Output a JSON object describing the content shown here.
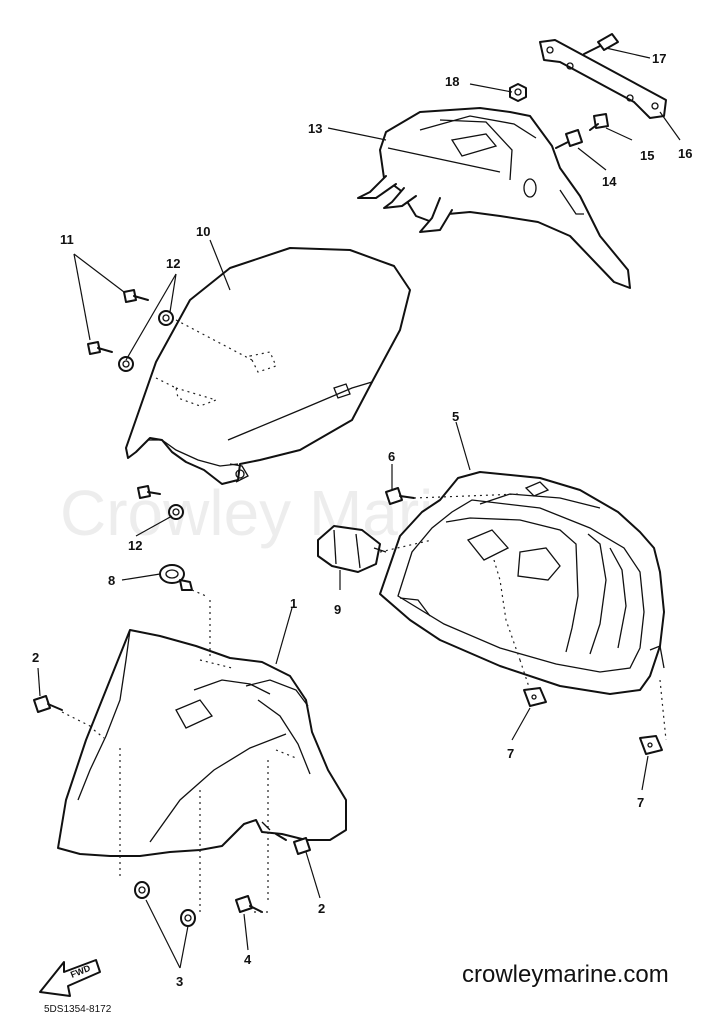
{
  "watermark": "Crowley Marine",
  "website": "crowleymarine.com",
  "diagram_code": "5DS1354-8172",
  "fwd_label": "FWD",
  "callouts": {
    "c1": "1",
    "c2a": "2",
    "c2b": "2",
    "c3": "3",
    "c4": "4",
    "c5": "5",
    "c6": "6",
    "c7a": "7",
    "c7b": "7",
    "c8": "8",
    "c9": "9",
    "c10": "10",
    "c11": "11",
    "c12a": "12",
    "c12b": "12",
    "c13": "13",
    "c14": "14",
    "c15": "15",
    "c16": "16",
    "c17": "17",
    "c18": "18"
  }
}
